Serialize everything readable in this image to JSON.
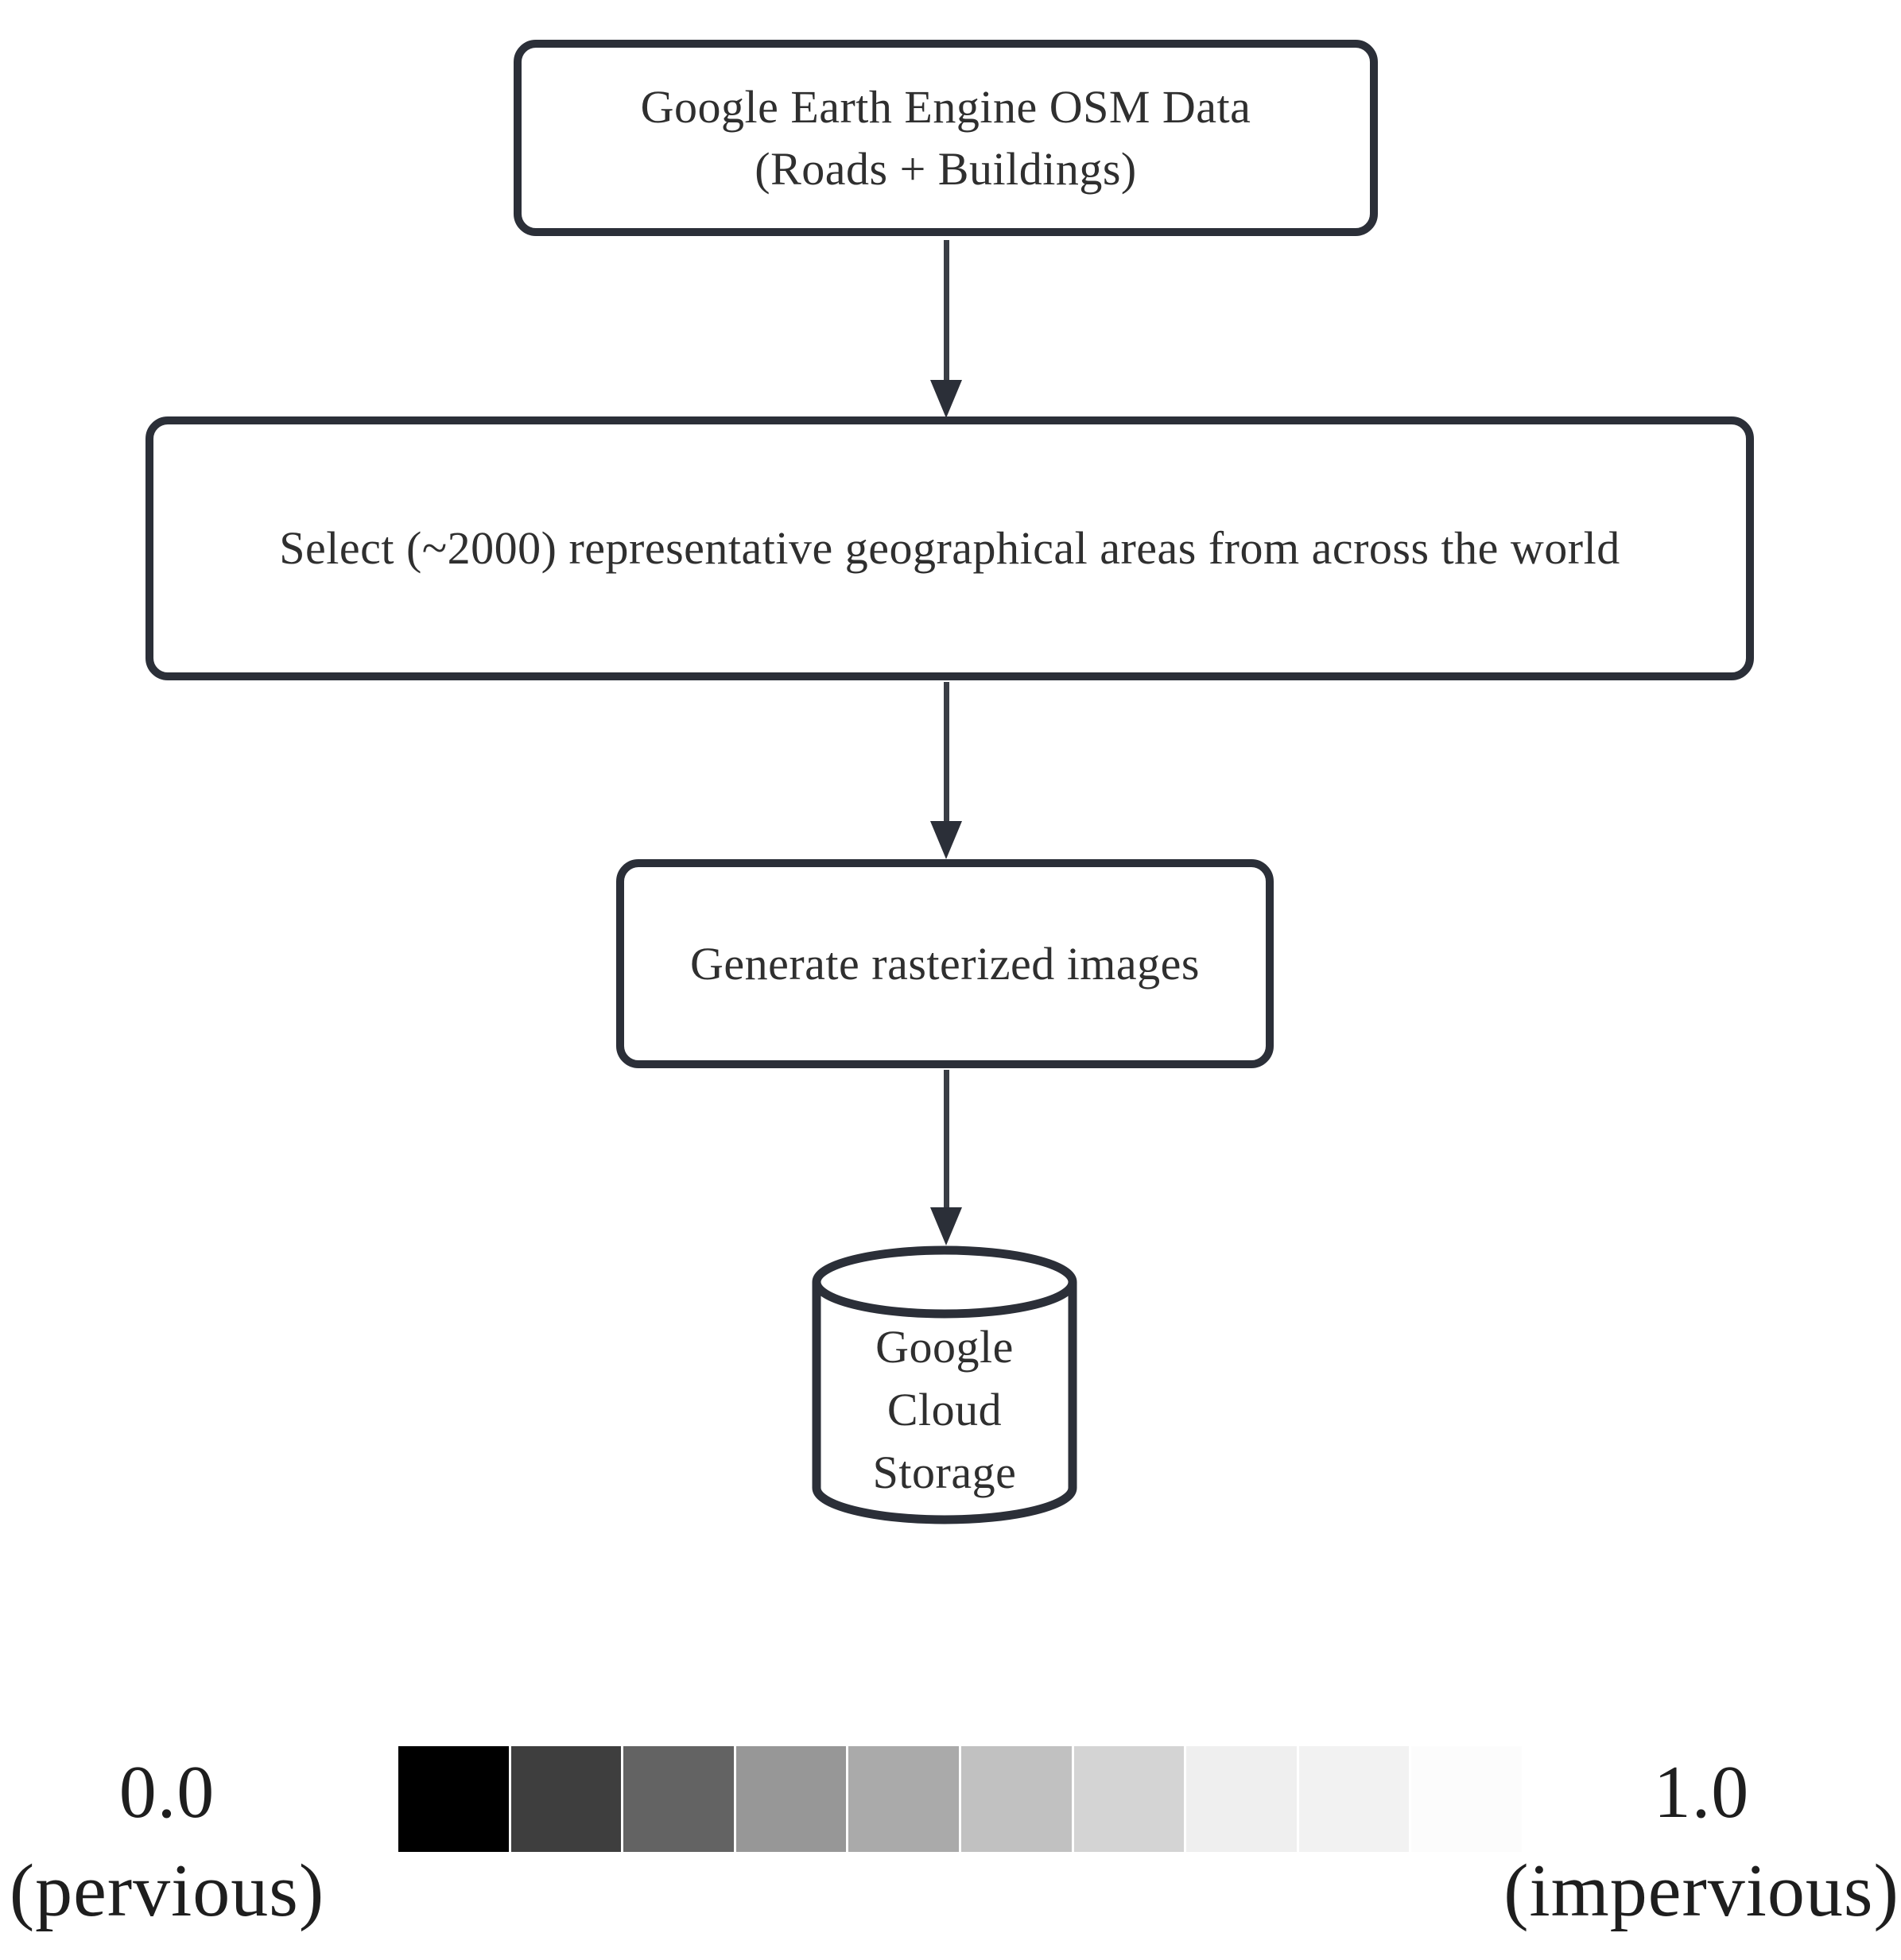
{
  "flowchart": {
    "node_source": {
      "line1": "Google Earth Engine OSM Data",
      "line2": "(Roads + Buildings)"
    },
    "node_select": {
      "line1": "Select (~2000) representative geographical areas from across the world"
    },
    "node_generate": {
      "line1": "Generate rasterized images"
    },
    "node_storage": {
      "line1": "Google",
      "line2": "Cloud",
      "line3": "Storage"
    },
    "colors": {
      "border": "#2b2f38",
      "text": "#2f2f2f",
      "arrow": "#3a3e45",
      "background": "#ffffff"
    }
  },
  "legend": {
    "min_value": "0.0",
    "min_caption": "(pervious)",
    "max_value": "1.0",
    "max_caption": "(impervious)",
    "segments": [
      "#000000",
      "#3e3e3e",
      "#636363",
      "#979797",
      "#aaaaaa",
      "#c1c1c1",
      "#d4d4d4",
      "#efefef",
      "#f2f2f2",
      "#fcfcfc"
    ]
  }
}
